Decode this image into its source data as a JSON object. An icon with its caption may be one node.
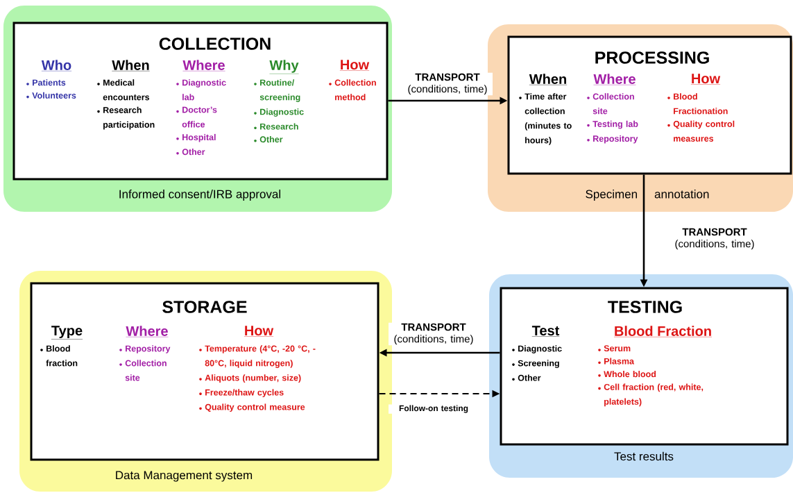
{
  "diagram": {
    "nodes": [
      {
        "text": [
          "Informed consent/IRB approval"
        ]
      },
      {
        "text": [
          "COLLECTION",
          "Who",
          "Patients",
          "Volunteers",
          "When",
          "Medical encounters",
          "Research participation",
          "Where",
          "Diagnostic lab",
          "Doctor’s office",
          "Hospital",
          "Other",
          "Why",
          "Routine/ screening",
          "Diagnostic",
          "Research",
          "Other",
          "How",
          "Collection method"
        ],
        "in": 0
      },
      {
        "text": [
          "Specimen annotation"
        ]
      },
      {
        "text": [
          "PROCESSING",
          "When",
          "Time after collection (minutes to hours)",
          "Where",
          "Collection site",
          "Testing lab",
          "Repository",
          "How",
          "Blood Fractionation",
          "Quality control measures"
        ],
        "in": 2
      },
      {
        "text": [
          "Data Management system"
        ]
      },
      {
        "text": [
          "STORAGE",
          "Type",
          "Blood fraction",
          "Where",
          "Repository",
          "Collection site",
          "How",
          "Temperature (4°C, -20 °C, -80°C, liquid nitrogen)",
          "Aliquots (number, size)",
          "Freeze/thaw cycles",
          "Quality control measure"
        ],
        "in": 4
      },
      {
        "text": [
          "Test results"
        ]
      },
      {
        "text": [
          "TESTING",
          "Test",
          "Diagnostic",
          "Screening",
          "Other",
          "Blood Fraction",
          "Serum",
          "Plasma",
          "Whole blood",
          "Cell fraction (red, white, platelets)"
        ],
        "in": 6
      }
    ],
    "edges": [
      {
        "from": 1,
        "to": 3,
        "arrow": "to",
        "label": "**TRANSPORT** (conditions, time)"
      },
      {
        "from": 3,
        "to": 7,
        "arrow": "to",
        "label": "**TRANSPORT** (conditions, time)"
      },
      {
        "from": 7,
        "to": 5,
        "arrow": "to",
        "label": "**TRANSPORT** (conditions, time)"
      },
      {
        "from": 5,
        "to": 7,
        "arrow": "to",
        "label": "Follow-on testing",
        "style": "dashed"
      }
    ]
  }
}
